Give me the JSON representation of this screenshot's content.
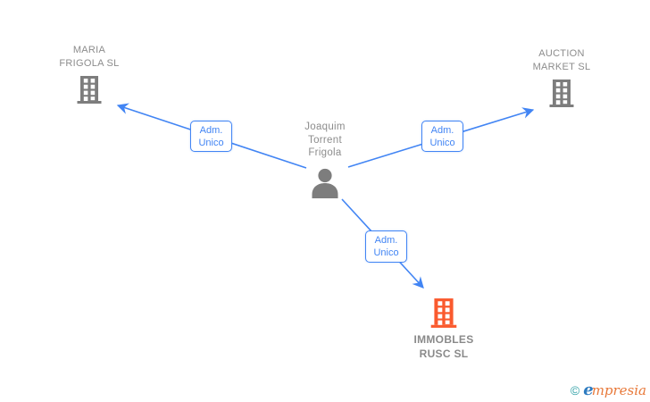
{
  "diagram": {
    "person": {
      "name": "Joaquim Torrent Frigola",
      "icon": "person-icon"
    },
    "companies": [
      {
        "name": "MARIA FRIGOLA SL",
        "icon": "building-icon",
        "highlighted": false
      },
      {
        "name": "AUCTION MARKET SL",
        "icon": "building-icon",
        "highlighted": false
      },
      {
        "name": "IMMOBLES RUSC SL",
        "icon": "building-icon",
        "highlighted": true
      }
    ],
    "edges": [
      {
        "from": "Joaquim Torrent Frigola",
        "to": "MARIA FRIGOLA SL",
        "label": "Adm. Unico"
      },
      {
        "from": "Joaquim Torrent Frigola",
        "to": "AUCTION MARKET SL",
        "label": "Adm. Unico"
      },
      {
        "from": "Joaquim Torrent Frigola",
        "to": "IMMOBLES RUSC SL",
        "label": "Adm. Unico"
      }
    ],
    "colors": {
      "edge_blue": "#4285f4",
      "node_gray": "#7d7d7d",
      "highlight_orange": "#fa5a2e",
      "label_gray": "#8c8c8c"
    }
  },
  "watermark": {
    "copyright": "©",
    "brand_first_letter": "e",
    "brand_rest": "mpresia"
  }
}
